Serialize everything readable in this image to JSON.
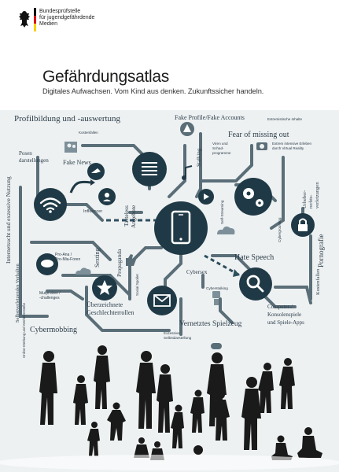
{
  "header": {
    "org_name": "Bundesprüfstelle\nfür jugendgefährdende\nMedien",
    "title": "Gefährdungsatlas",
    "subtitle": "Digitales Aufwachsen. Vom Kind aus denken. Zukunftssicher handeln."
  },
  "labels": {
    "profilbildung": "Profilbildung und -auswertung",
    "fake_profile": "Fake Profile/Fake Accounts",
    "extremistische": "Extremistische Inhalte",
    "kostenfallen_top": "Kostenfallen",
    "posen": "Posen",
    "darstellungen": "darstellungen",
    "fake_news": "Fake News",
    "stalking": "Stalking",
    "fomo": "Fear of missing out",
    "viren1": "Viren und",
    "viren2": "Schad-",
    "viren3": "programme",
    "erlebnisse1": "Extrem intensive Erleben",
    "erlebnisse2": "durch Virtual Reality",
    "urheber1": "Urheber-",
    "urheber2": "rechts-",
    "urheber3": "verletzungen",
    "internetsucht": "Internetsucht und exzessive Nutzung",
    "selbstverletzend": "Selbstverletzendes Verhalten",
    "online_werbung": "Online-Werbung und Werbeverstöße",
    "tasteless1": "Tasteless",
    "tasteless2": "Angebote",
    "influencer": "Influencer",
    "self_streaming": "Self-Streaming",
    "cybergrooming": "Cybergrooming",
    "pornografie": "Pornografie",
    "hate_speech": "Hate Speech",
    "pro_ana1": "Pro-Ana /",
    "pro_ana2": "Pro-Mia-Foren",
    "sexting": "Sexting",
    "propaganda": "Propaganda",
    "social_spoiler": "Social Spoiler",
    "cybersex": "Cybersex",
    "cyberstalking": "Cyberstalking",
    "kostenfallen": "Kostenfallen",
    "mutproben1": "Mutproben /",
    "mutproben2": "-challenges",
    "ueberzeichnete1": "Überzeichnete",
    "ueberzeichnete2": "Geschlechterrollen",
    "cybermobbing": "Cybermobbing",
    "spielzeug": "Vernetztes Spielzeug",
    "selbstdarstellung1": "Exzessive",
    "selbstdarstellung2": "Selbstdarstellung",
    "computer1": "Computer-/",
    "computer2": "Konsolenspiele",
    "computer3": "und Spiele-Apps"
  },
  "colors": {
    "dark": "#1f3a46",
    "line": "#5a6e78",
    "accent": "#2e4f5e",
    "bg": "#eef1f2"
  },
  "icons": [
    "eagle-icon",
    "wifi-icon",
    "smartphone-icon",
    "document-icon",
    "gear-icon",
    "lock-icon",
    "magnifier-icon",
    "envelope-icon",
    "star-icon",
    "speech-bubble-icon",
    "cloud-icon",
    "camera-icon",
    "thumbs-up-icon",
    "people-icon",
    "robot-icon",
    "warning-icon",
    "bird-icon",
    "music-note-icon"
  ]
}
